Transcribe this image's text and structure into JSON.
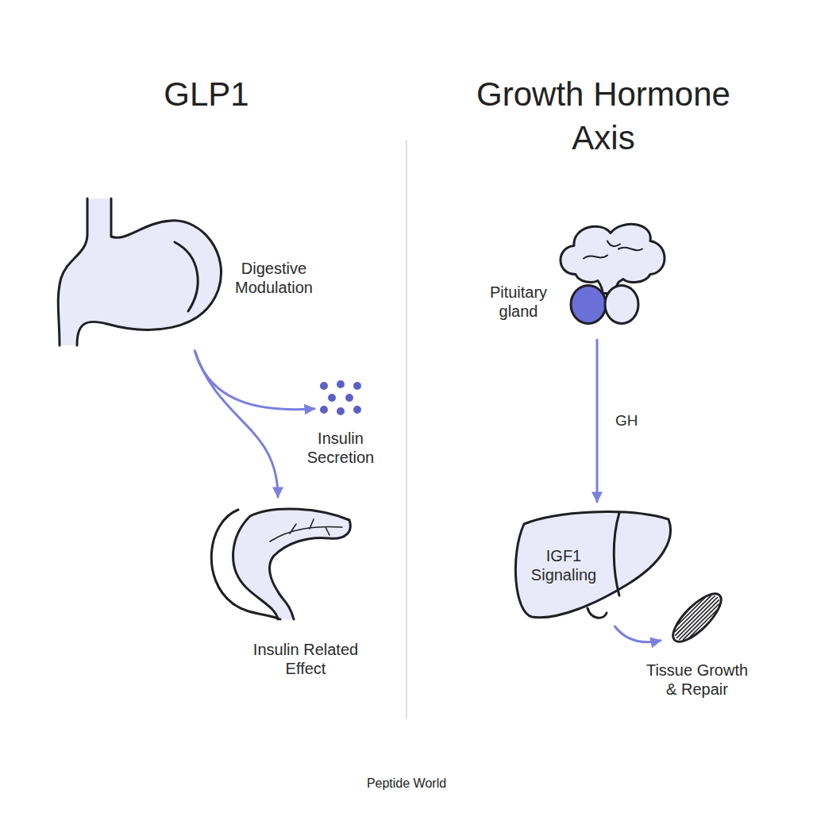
{
  "diagram": {
    "nodes": [
      {
        "text": [
          "Digestive Modulation"
        ]
      },
      {
        "text": [
          "Insulin Secretion"
        ]
      },
      {
        "text": [
          "Insulin Related Effect"
        ]
      },
      {
        "text": [
          "Pituitary gland"
        ]
      },
      {
        "text": [
          "IGF1 Signaling"
        ]
      },
      {
        "text": [
          "Tissue Growth & Repair"
        ]
      }
    ],
    "edges": [
      {
        "from": 0,
        "to": 1,
        "arrow": "to"
      },
      {
        "from": 0,
        "to": 2,
        "arrow": "to"
      },
      {
        "from": 3,
        "to": 4,
        "label": "GH",
        "arrow": "to"
      },
      {
        "from": 4,
        "to": 5,
        "arrow": "to"
      }
    ],
    "labels": [
      "GLP1",
      "Growth Hormone Axis",
      "Peptide World"
    ]
  }
}
